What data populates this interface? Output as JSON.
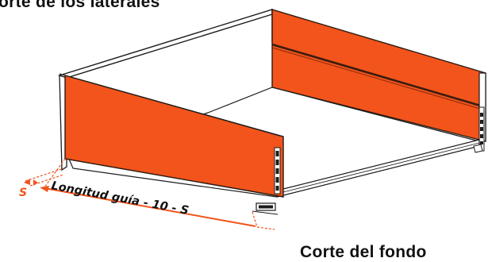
{
  "labels": {
    "top_title": "orte de los laterales",
    "bottom_title": "Corte del fondo",
    "dimension": "Longitud guía - 10 - S",
    "offset_symbol": "S"
  },
  "colors": {
    "panel": "#f2541b",
    "panel_edge": "#2a1a12",
    "outline": "#1c1c1c",
    "dimension": "#f2541b",
    "text": "#111111"
  },
  "icons": {
    "slide_rail": "drawer-slide-rail"
  }
}
